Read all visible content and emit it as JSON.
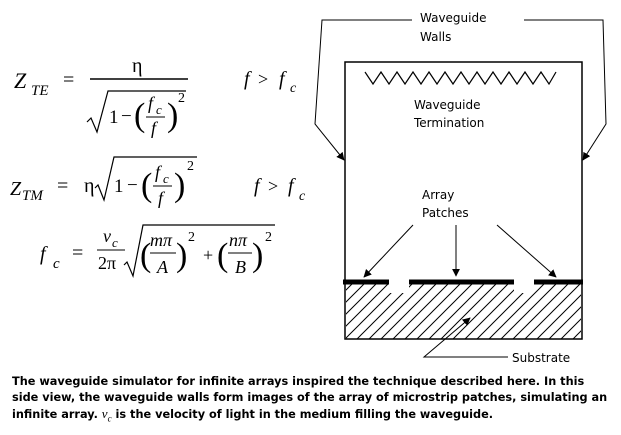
{
  "equations": {
    "zte": {
      "lhs_sym": "Z",
      "lhs_sub": "TE",
      "eq": "=",
      "num": "η",
      "one": "1",
      "minus": "−",
      "frac_top": "f",
      "frac_top_sub": "c",
      "frac_bot": "f",
      "exp": "2",
      "cond_f": "f",
      "cond_gt": ">",
      "cond_fc": "f",
      "cond_fc_sub": "c"
    },
    "ztm": {
      "lhs_sym": "Z",
      "lhs_sub": "TM",
      "eq": "=",
      "eta": "η",
      "one": "1",
      "minus": "−",
      "frac_top": "f",
      "frac_top_sub": "c",
      "frac_bot": "f",
      "exp": "2",
      "cond_f": "f",
      "cond_gt": ">",
      "cond_fc": "f",
      "cond_fc_sub": "c"
    },
    "fc": {
      "lhs_sym": "f",
      "lhs_sub": "c",
      "eq": "=",
      "v": "v",
      "v_sub": "c",
      "two_pi": "2π",
      "m_pi": "mπ",
      "A": "A",
      "plus": "+",
      "n_pi": "nπ",
      "B": "B",
      "exp1": "2",
      "exp2": "2"
    }
  },
  "diagram": {
    "waveguide_walls_line1": "Waveguide",
    "waveguide_walls_line2": "Walls",
    "termination_line1": "Waveguide",
    "termination_line2": "Termination",
    "array_line1": "Array",
    "array_line2": "Patches",
    "substrate": "Substrate"
  },
  "caption": {
    "part1": "The waveguide simulator for infinite arrays inspired the technique described here. In this side view, the waveguide walls form images of the array of microstrip patches, simulating an infinite array. ",
    "v": "v",
    "v_sub": "c",
    "part2": " is the velocity of light in the medium filling the waveguide."
  }
}
